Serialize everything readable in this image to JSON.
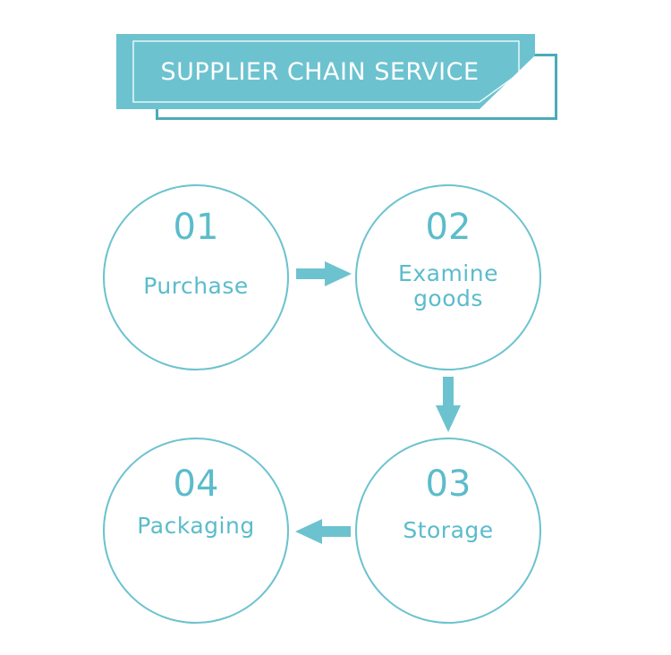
{
  "banner": {
    "title": "SUPPLIER CHAIN SERVICE"
  },
  "colors": {
    "accent": "#6cc3cf",
    "banner_fill": "#6cc3cf",
    "banner_outline": "#4aabb8",
    "text": "#5bbccb"
  },
  "steps": [
    {
      "number": "01",
      "label": "Purchase"
    },
    {
      "number": "02",
      "label": "Examine\ngoods"
    },
    {
      "number": "03",
      "label": "Storage"
    },
    {
      "number": "04",
      "label": "Packaging"
    }
  ],
  "arrows": [
    {
      "icon": "arrow-right-icon"
    },
    {
      "icon": "arrow-down-icon"
    },
    {
      "icon": "arrow-left-icon"
    }
  ]
}
